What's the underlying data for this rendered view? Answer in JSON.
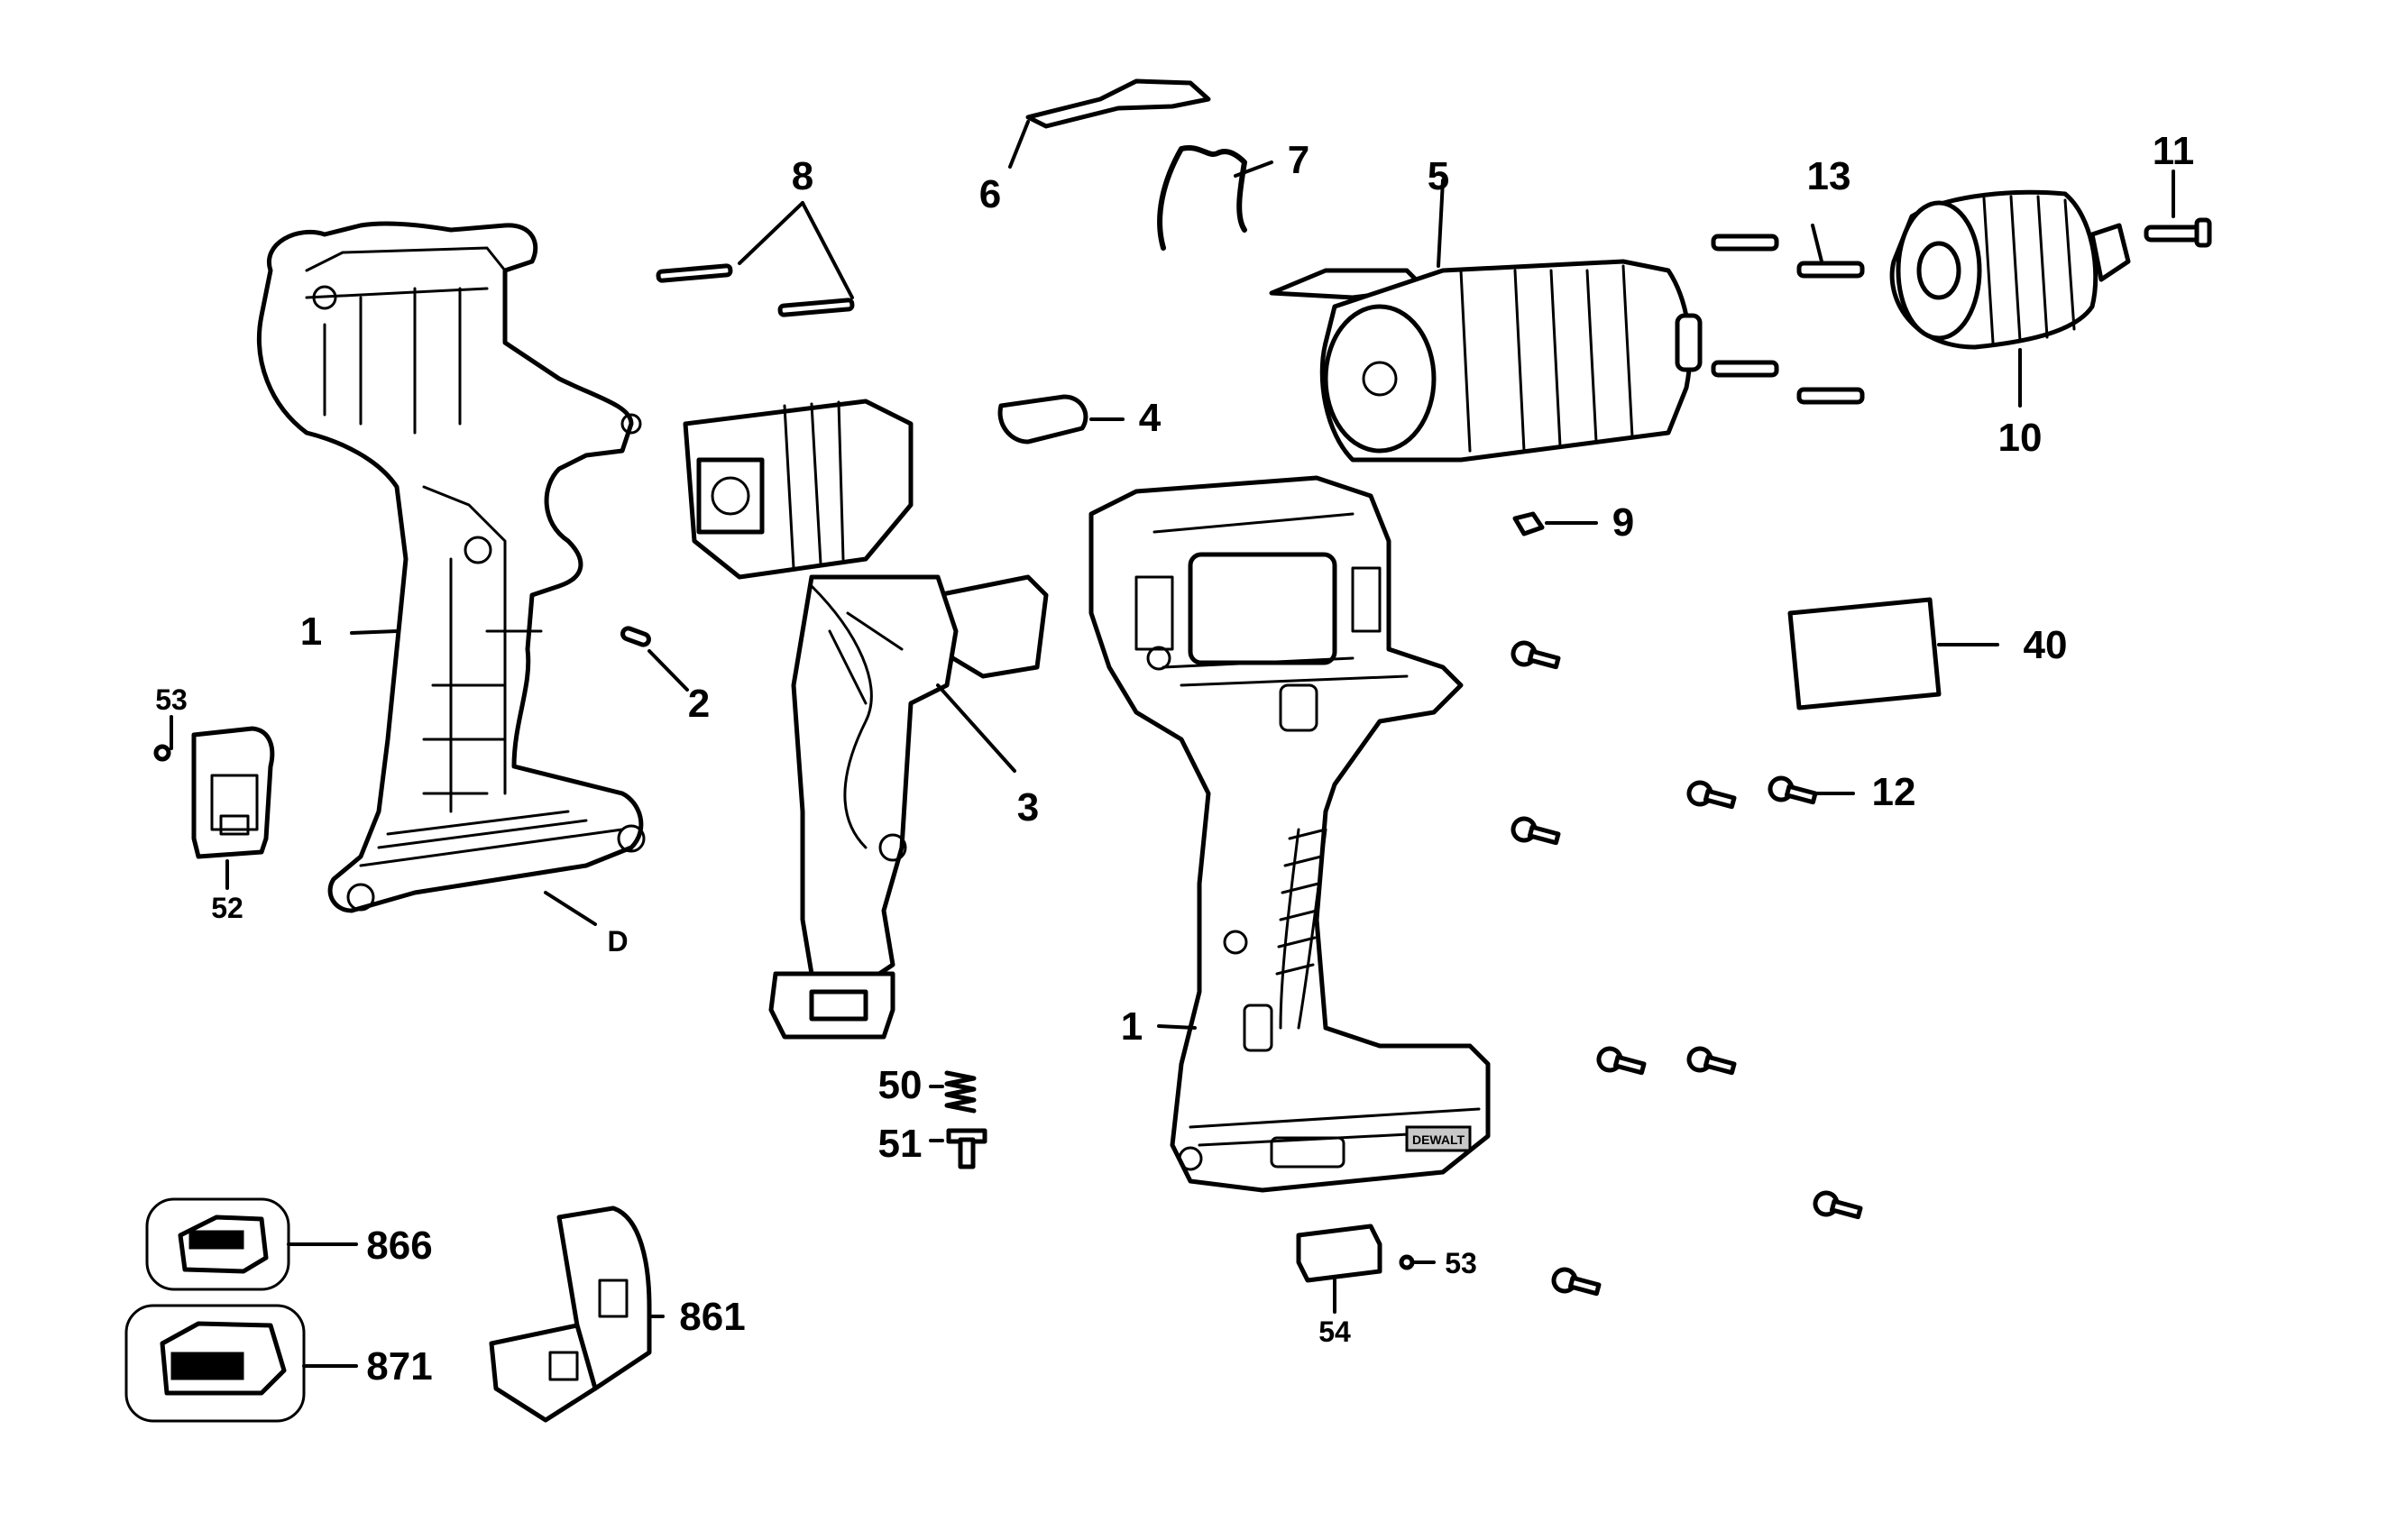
{
  "callouts": {
    "c1a": "1",
    "c1b": "1",
    "c2": "2",
    "c3": "3",
    "c4": "4",
    "c5": "5",
    "c6": "6",
    "c7": "7",
    "c8": "8",
    "c9": "9",
    "c10": "10",
    "c11": "11",
    "c12": "12",
    "c13": "13",
    "c40": "40",
    "c50": "50",
    "c51": "51",
    "c52": "52",
    "c53a": "53",
    "c53b": "53",
    "c54": "54",
    "cD": "D",
    "c861": "861",
    "c866": "866",
    "c871": "871"
  },
  "housing_badge": "DEWALT"
}
